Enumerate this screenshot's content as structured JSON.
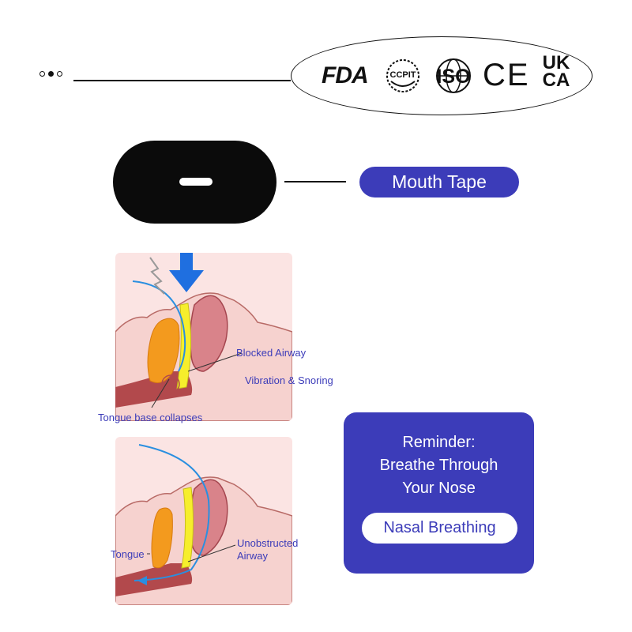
{
  "header": {
    "pager": {
      "count": 3,
      "active_index": 1
    },
    "certifications": [
      {
        "label": "FDA",
        "icon": "fda-logo"
      },
      {
        "label": "CCPIT",
        "icon": "ccpit-seal"
      },
      {
        "label": "ISO",
        "icon": "iso-globe-logo"
      },
      {
        "label": "CE",
        "icon": "ce-mark"
      },
      {
        "label": "UK CA",
        "icon": "ukca-mark"
      }
    ]
  },
  "product": {
    "label": "Mouth Tape"
  },
  "blocked_diagram": {
    "labels": {
      "blocked_airway": "Blocked Airway",
      "vibration": "Vibration & Snoring",
      "tongue_collapse": "Tongue base collapses"
    }
  },
  "clear_diagram": {
    "labels": {
      "tongue": "Tongue",
      "unobstructed_1": "Unobstructed",
      "unobstructed_2": "Airway"
    }
  },
  "reminder": {
    "title_line1": "Reminder:",
    "title_line2": "Breathe Through",
    "title_line3": "Your Nose",
    "pill": "Nasal Breathing"
  },
  "colors": {
    "accent": "#3c3cb9",
    "tape": "#0b0b0b",
    "panel_bg": "#fbe4e3",
    "tongue": "#f39a1e",
    "palate": "#f6ee2c",
    "airflow": "#2a8fe0",
    "arrow": "#1f6fe0"
  }
}
